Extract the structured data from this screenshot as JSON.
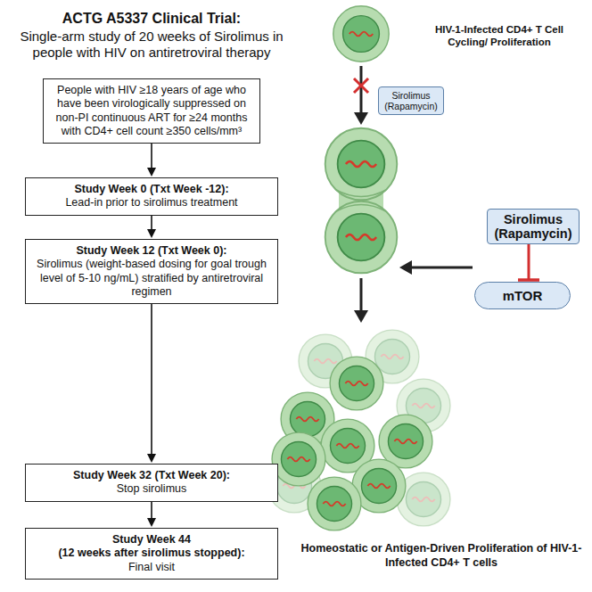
{
  "diagram": {
    "title": "ACTG A5337 Clinical Trial:",
    "nodes": [
      {
        "text": [
          "People with HIV ≥18 years of age who have been virologically suppressed on non-PI continuous ART for ≥24 months with CD4+ cell count ≥350 cells/mm³"
        ]
      },
      {
        "text": [
          "Study Week 0 (Txt Week -12):",
          "Lead-in prior to sirolimus treatment"
        ]
      },
      {
        "text": [
          "Study Week 12 (Txt Week 0):",
          "Sirolimus (weight-based dosing for goal trough level of 5-10 ng/mL) stratified by antiretroviral regimen"
        ]
      },
      {
        "text": [
          "Study Week 32 (Txt Week 20):",
          "Stop sirolimus"
        ]
      },
      {
        "text": [
          "Study Week 44",
          "(12 weeks after sirolimus stopped):",
          "Final visit"
        ]
      },
      {
        "text": [
          "Sirolimus (Rapamycin)"
        ]
      },
      {
        "text": [
          "Sirolimus (Rapamycin)"
        ]
      },
      {
        "text": [
          "mTOR"
        ]
      }
    ],
    "edges": [
      {
        "from": 0,
        "to": 1,
        "arrow": "to"
      },
      {
        "from": 1,
        "to": 2,
        "arrow": "to"
      },
      {
        "from": 2,
        "to": 3,
        "arrow": "to"
      },
      {
        "from": 3,
        "to": 4,
        "arrow": "to"
      },
      {
        "from": 6,
        "to": 7,
        "arrow": "to"
      }
    ],
    "labels": [
      "Single-arm study of 20 weeks of Sirolimus in people with HIV on antiretroviral therapy",
      "HIV-1-Infected CD4+ T Cell Cycling/ Proliferation",
      "Homeostatic or Antigen-Driven Proliferation of HIV-1-Infected CD4+ T cells"
    ]
  }
}
